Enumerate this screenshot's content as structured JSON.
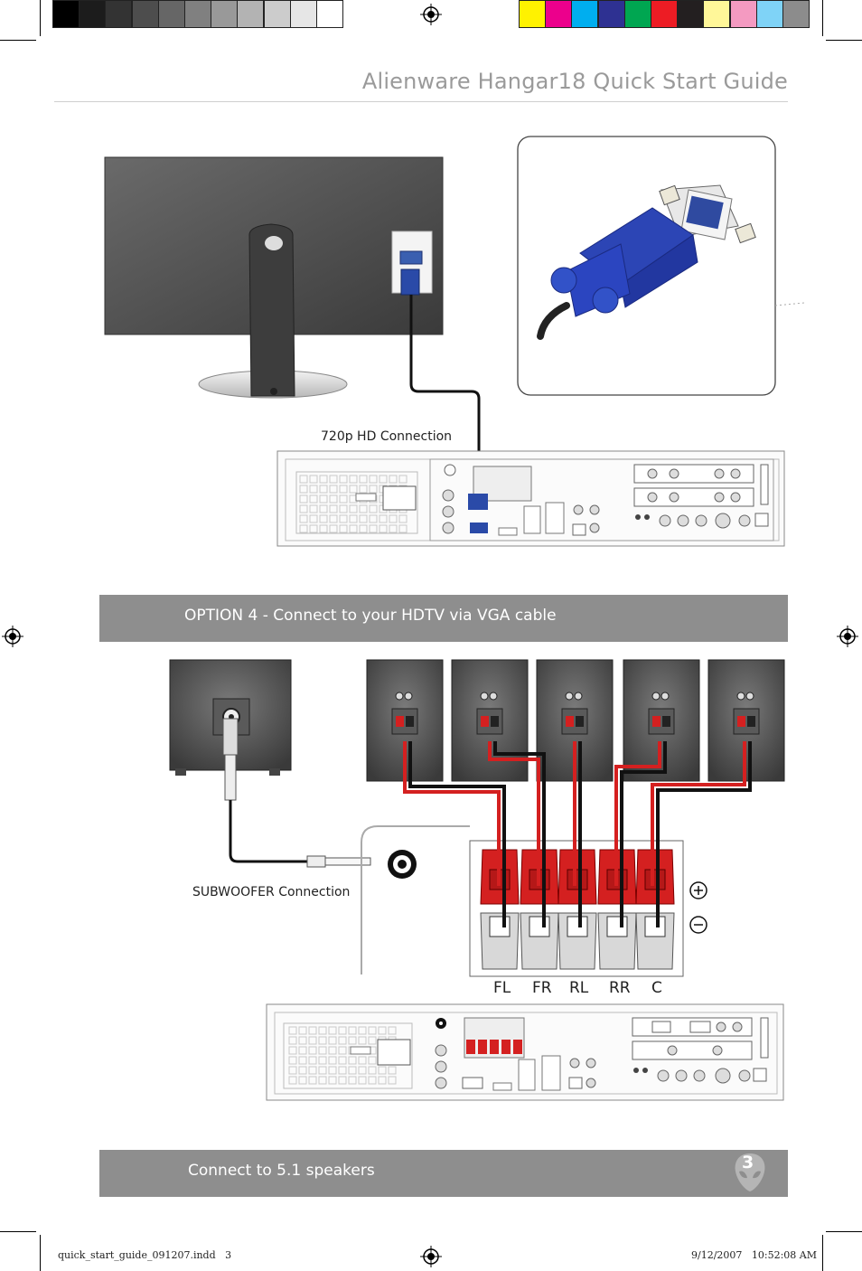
{
  "header": {
    "title": "Alienware Hangar18 Quick Start Guide"
  },
  "color_bar": {
    "grays": [
      "#000000",
      "#1c1c1c",
      "#333333",
      "#4d4d4d",
      "#666666",
      "#808080",
      "#999999",
      "#b3b3b3",
      "#cccccc",
      "#e6e6e6",
      "#ffffff"
    ],
    "colors": [
      "#fff200",
      "#ec008c",
      "#00aeef",
      "#2e3192",
      "#00a651",
      "#ed1c24",
      "#231f20",
      "#fff799",
      "#f49ac1",
      "#7fd3f7",
      "#8c8c8c"
    ]
  },
  "section_vga": {
    "connection_label": "720p HD Connection",
    "bar_title": "OPTION 4 - Connect to your HDTV via VGA cable"
  },
  "section_speakers": {
    "subwoofer_label": "SUBWOOFER Connection",
    "channels": [
      "FL",
      "FR",
      "RL",
      "RR",
      "C"
    ],
    "polarity_plus": "+",
    "polarity_minus": "–",
    "bar_title": "Connect to 5.1 speakers"
  },
  "footer": {
    "page_number": "3",
    "file_name": "quick_start_guide_091207.indd   3",
    "timestamp": "9/12/2007   10:52:08 AM"
  }
}
